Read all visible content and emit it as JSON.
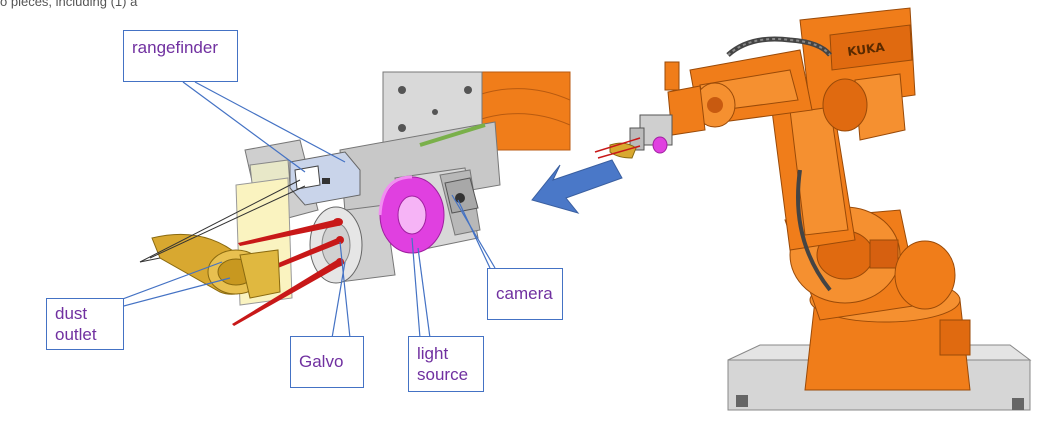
{
  "caption_fragment": "o pieces, including (1) a",
  "labels": {
    "rangefinder": "rangefinder",
    "dust_outlet_line1": "dust",
    "dust_outlet_line2": "outlet",
    "galvo": "Galvo",
    "light_source_line1": "light",
    "light_source_line2": "source",
    "camera": "camera"
  },
  "robot_logo": "KUKA",
  "colors": {
    "callout_border": "#4472c4",
    "label_text": "#7030a0",
    "robot_orange": "#f07d1a",
    "light_source_magenta": "#e040e0",
    "laser_red": "#c81818",
    "dust_outlet_yellow": "#d8a830",
    "arrow_blue": "#4a78c8",
    "frame_grey": "#c8c8c8"
  }
}
